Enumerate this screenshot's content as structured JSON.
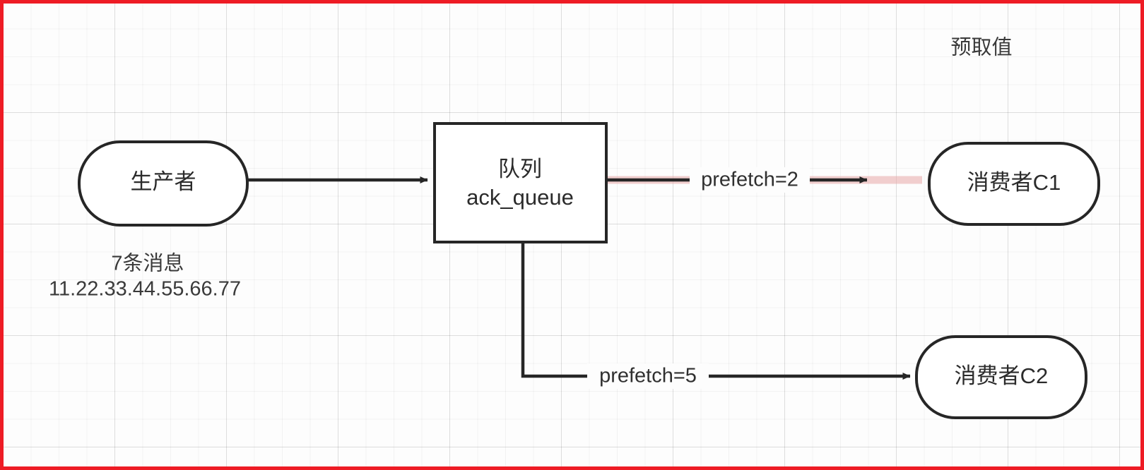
{
  "canvas": {
    "title": "RabbitMQ prefetch diagram",
    "border_color": "#ee1c25",
    "background": "#fdfdfd",
    "grid": "on"
  },
  "annotations": {
    "prefetch_title": "预取值",
    "producer_note_line1": "7条消息",
    "producer_note_line2": "11.22.33.44.55.66.77"
  },
  "nodes": [
    {
      "id": "producer",
      "shape": "rounded-rect",
      "label": "生产者",
      "label2": ""
    },
    {
      "id": "queue",
      "shape": "rect",
      "label": "队列",
      "label2": "ack_queue"
    },
    {
      "id": "consumer-c1",
      "shape": "rounded-rect",
      "label": "消费者C1",
      "label2": ""
    },
    {
      "id": "consumer-c2",
      "shape": "rounded-rect",
      "label": "消费者C2",
      "label2": ""
    }
  ],
  "edges": [
    {
      "id": "producer-to-queue",
      "from": "producer",
      "to": "queue",
      "label": "",
      "highlighted": false,
      "arrow": "filled-triangle"
    },
    {
      "id": "queue-to-c1",
      "from": "queue",
      "to": "consumer-c1",
      "label": "prefetch=2",
      "highlighted": true,
      "highlight_color": "#e8a8a8",
      "arrow": "filled-triangle"
    },
    {
      "id": "queue-to-c2",
      "from": "queue",
      "to": "consumer-c2",
      "label": "prefetch=5",
      "highlighted": false,
      "arrow": "filled-triangle"
    }
  ]
}
